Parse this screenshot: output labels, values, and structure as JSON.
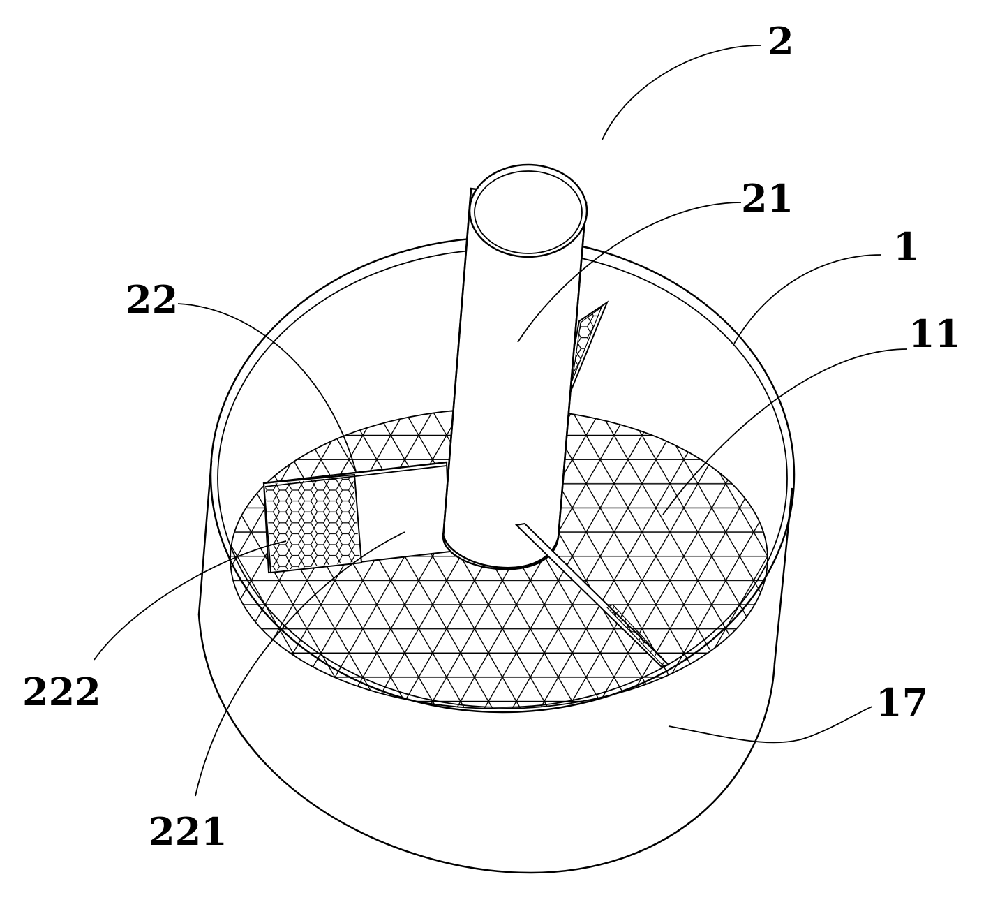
{
  "figure": {
    "labels": {
      "l2": "2",
      "l21": "21",
      "l1": "1",
      "l11": "11",
      "l22": "22",
      "l222": "222",
      "l221": "221",
      "l17": "17"
    }
  }
}
